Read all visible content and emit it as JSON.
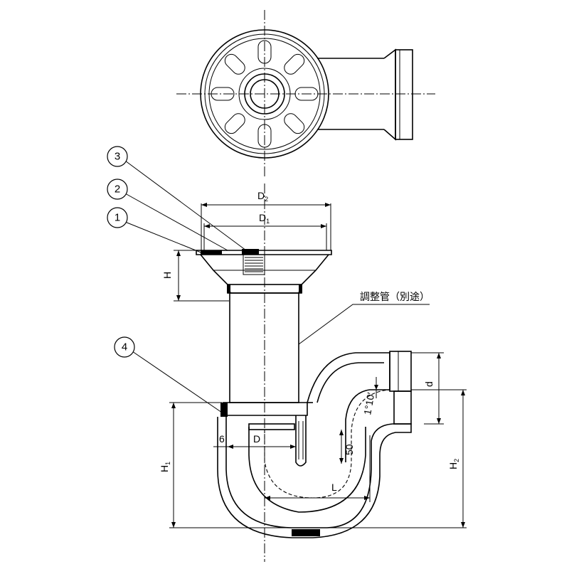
{
  "callouts": [
    "3",
    "2",
    "1",
    "4"
  ],
  "dimensions": {
    "D2": {
      "main": "D",
      "sub": "2"
    },
    "D1": {
      "main": "D",
      "sub": "1"
    },
    "H": "H",
    "D": "D",
    "six": "6",
    "H1": {
      "main": "H",
      "sub": "1"
    },
    "H2": {
      "main": "H",
      "sub": "2"
    },
    "d": "d",
    "L": "L",
    "fifty": "50",
    "slope": "1°10′"
  },
  "note": "調整管（別途）"
}
